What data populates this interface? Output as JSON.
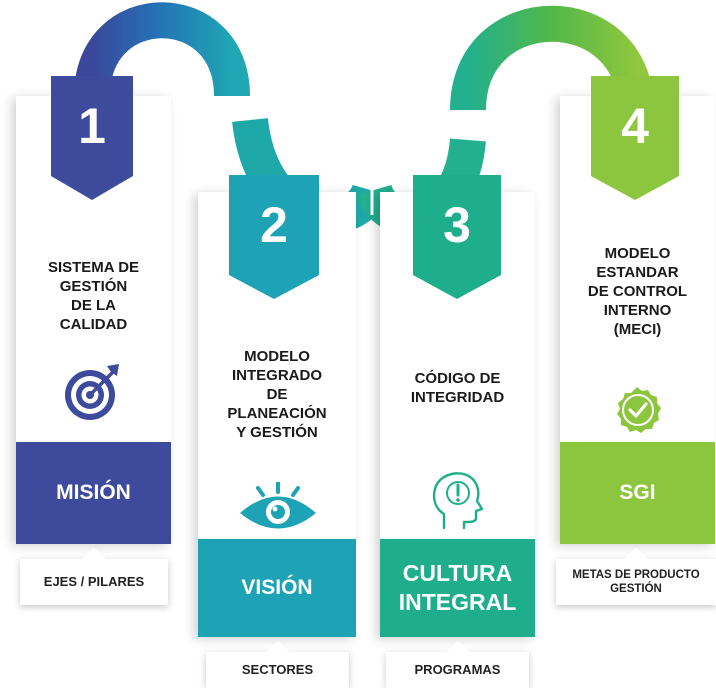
{
  "colors": {
    "purple": "#3e4a9c",
    "teal": "#1da3b5",
    "green_teal": "#1fae8c",
    "green": "#8cc63f"
  },
  "columns": [
    {
      "number": "1",
      "title": "SISTEMA DE\nGESTIÓN\nDE LA\nCALIDAD",
      "icon": "target-icon",
      "band_label": "MISIÓN",
      "tag_label": "EJES / PILARES"
    },
    {
      "number": "2",
      "title": "MODELO\nINTEGRADO\nDE\nPLANEACIÓN\nY GESTIÓN",
      "icon": "eye-icon",
      "band_label": "VISIÓN",
      "tag_label": "SECTORES"
    },
    {
      "number": "3",
      "title": "CÓDIGO DE\nINTEGRIDAD",
      "icon": "head-idea-icon",
      "band_label": "CULTURA\nINTEGRAL",
      "tag_label": "PROGRAMAS"
    },
    {
      "number": "4",
      "title": "MODELO\nESTANDAR\nDE CONTROL\nINTERNO\n(MECI)",
      "icon": "check-badge-icon",
      "band_label": "SGI",
      "tag_label": "METAS DE PRODUCTO\nGESTIÓN"
    }
  ]
}
